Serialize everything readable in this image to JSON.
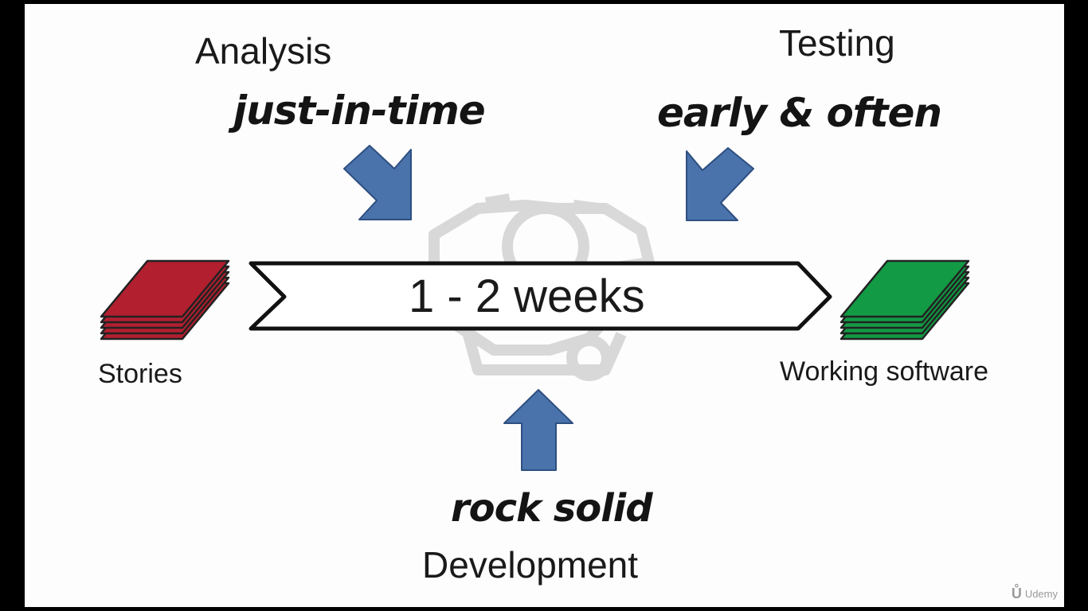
{
  "diagram": {
    "analysis": {
      "title": "Analysis",
      "note": "just-in-time"
    },
    "testing": {
      "title": "Testing",
      "note": "early & often"
    },
    "development": {
      "title": "Development",
      "note": "rock solid"
    },
    "timebox": {
      "label": "1 - 2 weeks"
    },
    "input": {
      "label": "Stories"
    },
    "output": {
      "label": "Working software"
    }
  },
  "colors": {
    "arrow_fill": "#4a73ac",
    "arrow_stroke": "#2e4f80",
    "stories_fill": "#b21f2f",
    "software_fill": "#129a45",
    "stack_stroke": "#222222",
    "background": "#fdfdfd",
    "frame": "#000000"
  },
  "watermark": {
    "icon": "udemy-logo-icon",
    "text": "Udemy"
  }
}
